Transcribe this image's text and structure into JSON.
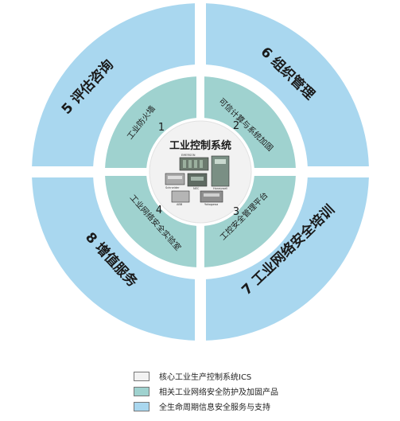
{
  "colors": {
    "outer": "#a9d7ef",
    "middle": "#9fd2cf",
    "core": "#f2f2f2",
    "stroke": "#ffffff",
    "text": "#1a1a1a"
  },
  "outer_ring": {
    "q1": "5 评估咨询",
    "q2": "6 组织管理",
    "q3": "8 增值服务",
    "q4": "7 工业网络安全培训"
  },
  "middle_ring": {
    "q1_text": "工业防火墙",
    "q1_num": "1",
    "q2_text": "可信计算与系统加固",
    "q2_num": "2",
    "q3_text": "工业网络安全实验室",
    "q3_num": "4",
    "q4_text": "工控安全管理平台",
    "q4_num": "3"
  },
  "core": {
    "title": "工业控制系统",
    "device_labels": [
      "EMERSON",
      "Schneider",
      "NEC",
      "Honeywell",
      "ABB",
      "Yokogawa"
    ]
  },
  "legend": [
    {
      "label": "核心工业生产控制系统ICS",
      "color": "#f2f2f2"
    },
    {
      "label": "相关工业网络安全防护及加固产品",
      "color": "#9fd2cf"
    },
    {
      "label": "全生命周期信息安全服务与支持",
      "color": "#a9d7ef"
    }
  ]
}
